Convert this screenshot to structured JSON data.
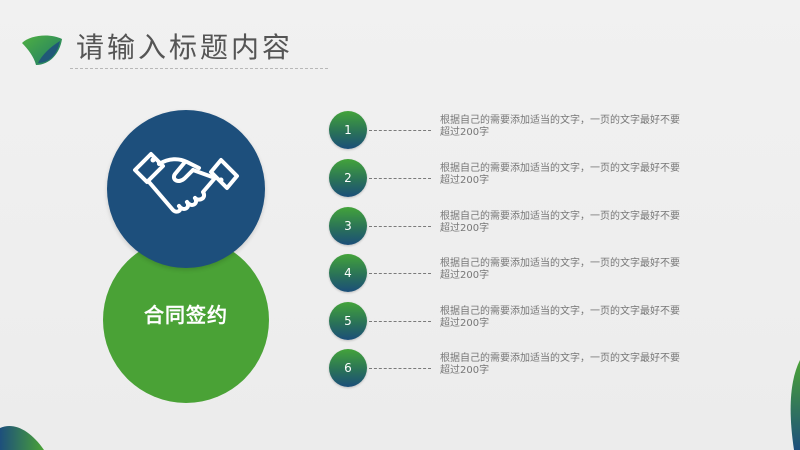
{
  "title": "请输入标题内容",
  "circle": {
    "icon": "handshake-icon",
    "label": "合同签约"
  },
  "items": [
    {
      "number": "1",
      "text": "根据自己的需要添加适当的文字，一页的文字最好不要超过200字"
    },
    {
      "number": "2",
      "text": "根据自己的需要添加适当的文字，一页的文字最好不要超过200字"
    },
    {
      "number": "3",
      "text": "根据自己的需要添加适当的文字，一页的文字最好不要超过200字"
    },
    {
      "number": "4",
      "text": "根据自己的需要添加适当的文字，一页的文字最好不要超过200字"
    },
    {
      "number": "5",
      "text": "根据自己的需要添加适当的文字，一页的文字最好不要超过200字"
    },
    {
      "number": "6",
      "text": "根据自己的需要添加适当的文字，一页的文字最好不要超过200字"
    }
  ],
  "colors": {
    "navy": "#1d4f7c",
    "green": "#4aa236",
    "background": "#efefef",
    "text": "#777777",
    "title": "#555555"
  }
}
